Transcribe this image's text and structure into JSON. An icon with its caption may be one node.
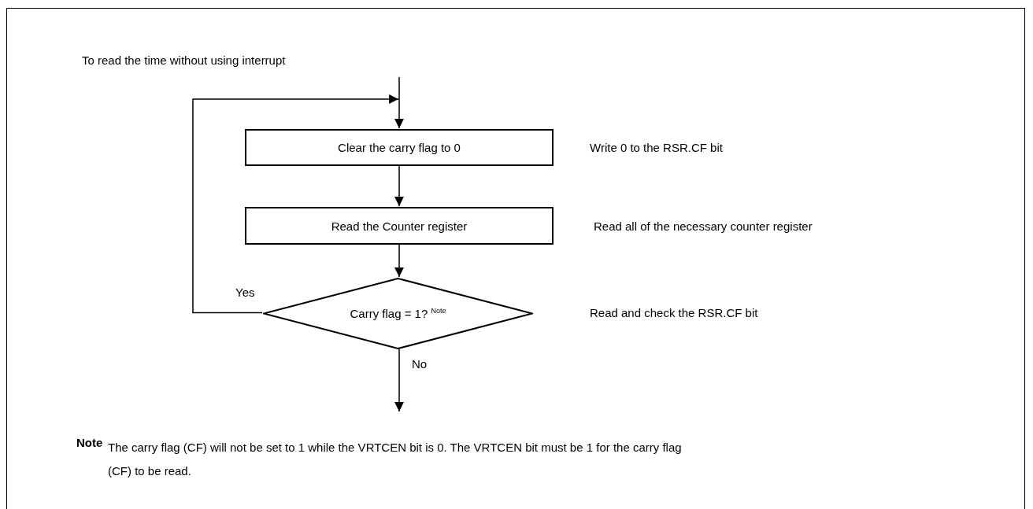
{
  "diagram": {
    "title": "To read the time without using interrupt",
    "nodes": [
      {
        "text": [
          "Clear the carry flag to 0"
        ],
        "beside": [
          "Write 0 to the RSR.CF bit"
        ]
      },
      {
        "text": [
          "Read the Counter register"
        ],
        "beside": [
          "Read all of the necessary counter register"
        ]
      },
      {
        "text": [
          "Carry flag = 1? $^{Note}$"
        ]
      }
    ],
    "edges": [
      {
        "from": null,
        "to": 0,
        "arrow": "to"
      },
      {
        "from": 0,
        "to": 1,
        "arrow": "to"
      },
      {
        "from": 1,
        "to": 2,
        "arrow": "to"
      },
      {
        "from": 2,
        "to": 0,
        "arrow": "to",
        "label": "Yes"
      },
      {
        "from": 2,
        "to": null,
        "arrow": "to",
        "label": "No"
      }
    ],
    "labels": [
      "Read and check the RSR.CF bit",
      "Note",
      "The carry flag (CF) will not be set to 1 while the VRTCEN bit is 0. The VRTCEN bit must be 1 for the carry flag (CF) to be read."
    ]
  }
}
